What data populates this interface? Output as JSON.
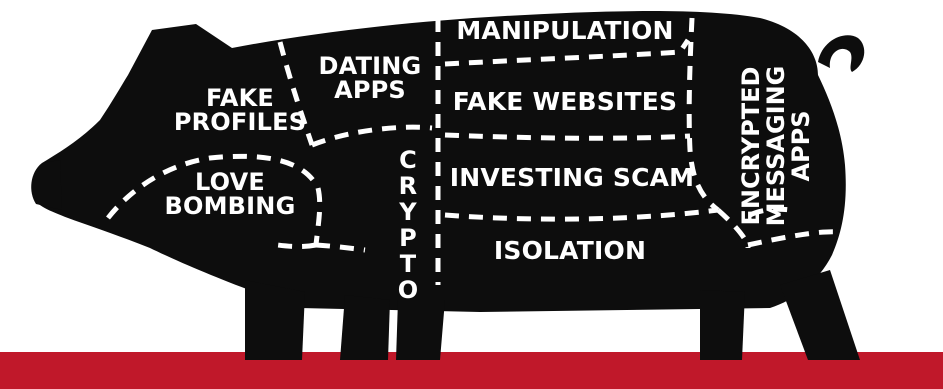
{
  "colors": {
    "pig": "#0d0d0d",
    "ground": "#c0182a",
    "label": "#ffffff",
    "cut_line": "#ffffff"
  },
  "labels": {
    "fake_profiles": [
      "FAKE",
      "PROFILES"
    ],
    "dating_apps": [
      "DATING",
      "APPS"
    ],
    "manipulation": "MANIPULATION",
    "fake_websites": "FAKE WEBSITES",
    "love_bombing": [
      "LOVE",
      "BOMBING"
    ],
    "crypto": [
      "C",
      "R",
      "Y",
      "P",
      "T",
      "O"
    ],
    "investing_scam": "INVESTING SCAM",
    "isolation": "ISOLATION",
    "encrypted_messaging_apps": [
      "ENCRYPTED",
      "MESSAGING",
      "APPS"
    ]
  }
}
